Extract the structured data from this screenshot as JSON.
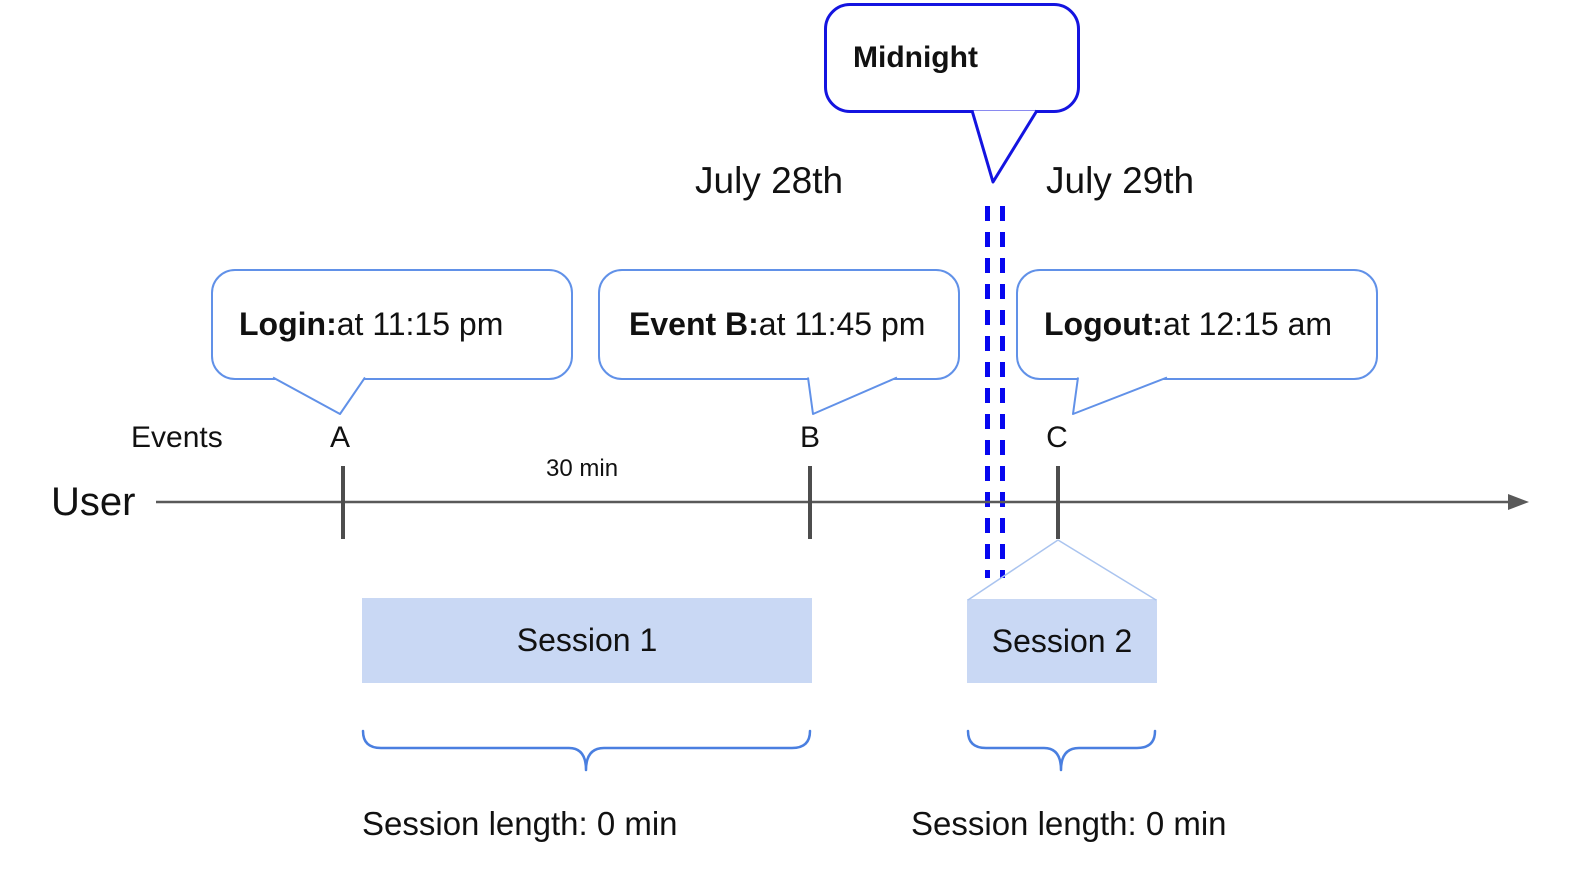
{
  "callouts": {
    "midnight": {
      "label": "Midnight"
    },
    "login": {
      "label_bold": "Login:",
      "label_rest": " at 11:15 pm"
    },
    "event_b": {
      "label_bold": "Event B:",
      "label_rest": " at 11:45 pm"
    },
    "logout": {
      "label_bold": "Logout:",
      "label_rest": " at 12:15 am"
    }
  },
  "date_labels": {
    "before_midnight": "July 28th",
    "after_midnight": "July 29th"
  },
  "timeline": {
    "axis_label": "User",
    "events_label": "Events",
    "interval_label": "30 min",
    "markers": [
      {
        "id": "A"
      },
      {
        "id": "B"
      },
      {
        "id": "C"
      }
    ]
  },
  "sessions": [
    {
      "label": "Session 1",
      "length_label": "Session length: 0 min"
    },
    {
      "label": "Session 2",
      "length_label": "Session length: 0 min"
    }
  ],
  "colors": {
    "midnight_blue": "#1414e0",
    "dash_blue": "#0707ef",
    "callout_border": "#6191e8",
    "brace_blue": "#4a7fe0",
    "session_fill": "#c9d8f4",
    "funnel_line": "#aac4ef",
    "axis_gray": "#595959",
    "tick_gray": "#4d4d4d",
    "text": "#111111"
  }
}
